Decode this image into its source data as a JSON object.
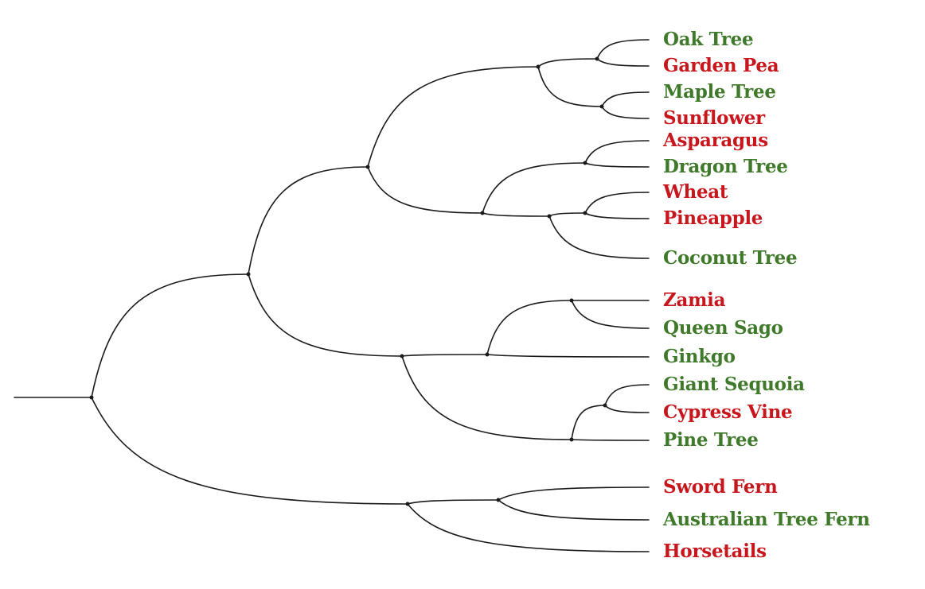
{
  "colors": {
    "flowering": "#c8161d",
    "non_flowering": "#3f7a2a"
  },
  "leaves": [
    {
      "label": "Oak Tree",
      "color": "green"
    },
    {
      "label": "Garden Pea",
      "color": "red"
    },
    {
      "label": "Maple Tree",
      "color": "green"
    },
    {
      "label": "Sunflower",
      "color": "red"
    },
    {
      "label": "Asparagus",
      "color": "red"
    },
    {
      "label": "Dragon Tree",
      "color": "green"
    },
    {
      "label": "Wheat",
      "color": "red"
    },
    {
      "label": "Pineapple",
      "color": "red"
    },
    {
      "label": "Coconut Tree",
      "color": "green"
    },
    {
      "label": "Zamia",
      "color": "red"
    },
    {
      "label": "Queen Sago",
      "color": "green"
    },
    {
      "label": "Ginkgo",
      "color": "green"
    },
    {
      "label": "Giant Sequoia",
      "color": "green"
    },
    {
      "label": "Cypress Vine",
      "color": "red"
    },
    {
      "label": "Pine Tree",
      "color": "green"
    },
    {
      "label": "Sword Fern",
      "color": "red"
    },
    {
      "label": "Australian Tree Fern",
      "color": "green"
    },
    {
      "label": "Horsetails",
      "color": "red"
    }
  ]
}
